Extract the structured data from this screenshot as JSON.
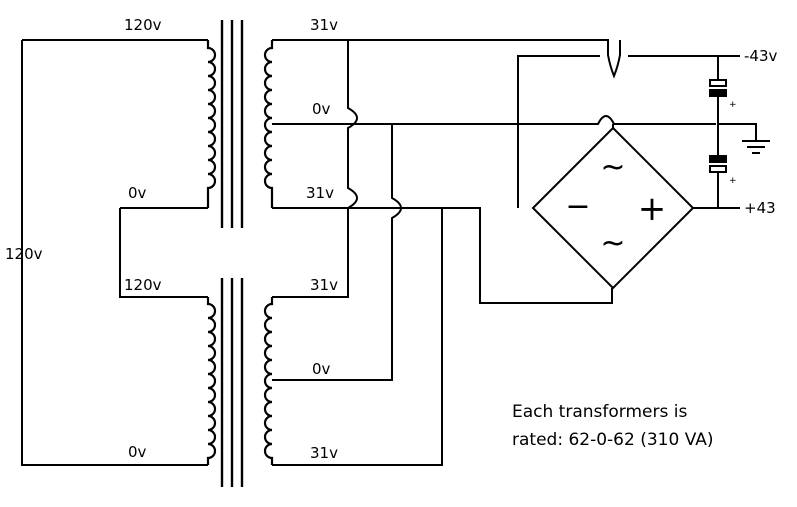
{
  "labels": {
    "t1_pri_top": "120v",
    "t1_pri_bot": "0v",
    "t2_pri_top": "120v",
    "t2_pri_bot": "0v",
    "mains": "120v",
    "t1_sec_top": "31v",
    "t1_sec_ct": "0v",
    "t1_sec_bot": "31v",
    "t2_sec_top": "31v",
    "t2_sec_ct": "0v",
    "t2_sec_bot": "31v",
    "out_neg": "-43v",
    "out_pos": "+43",
    "cap_plus": "+"
  },
  "bridge": {
    "minus": "−",
    "plus": "+",
    "ac1": "~",
    "ac2": "~"
  },
  "note": {
    "line1": "Each transformers is",
    "line2": "rated: 62-0-62 (310 VA)"
  }
}
